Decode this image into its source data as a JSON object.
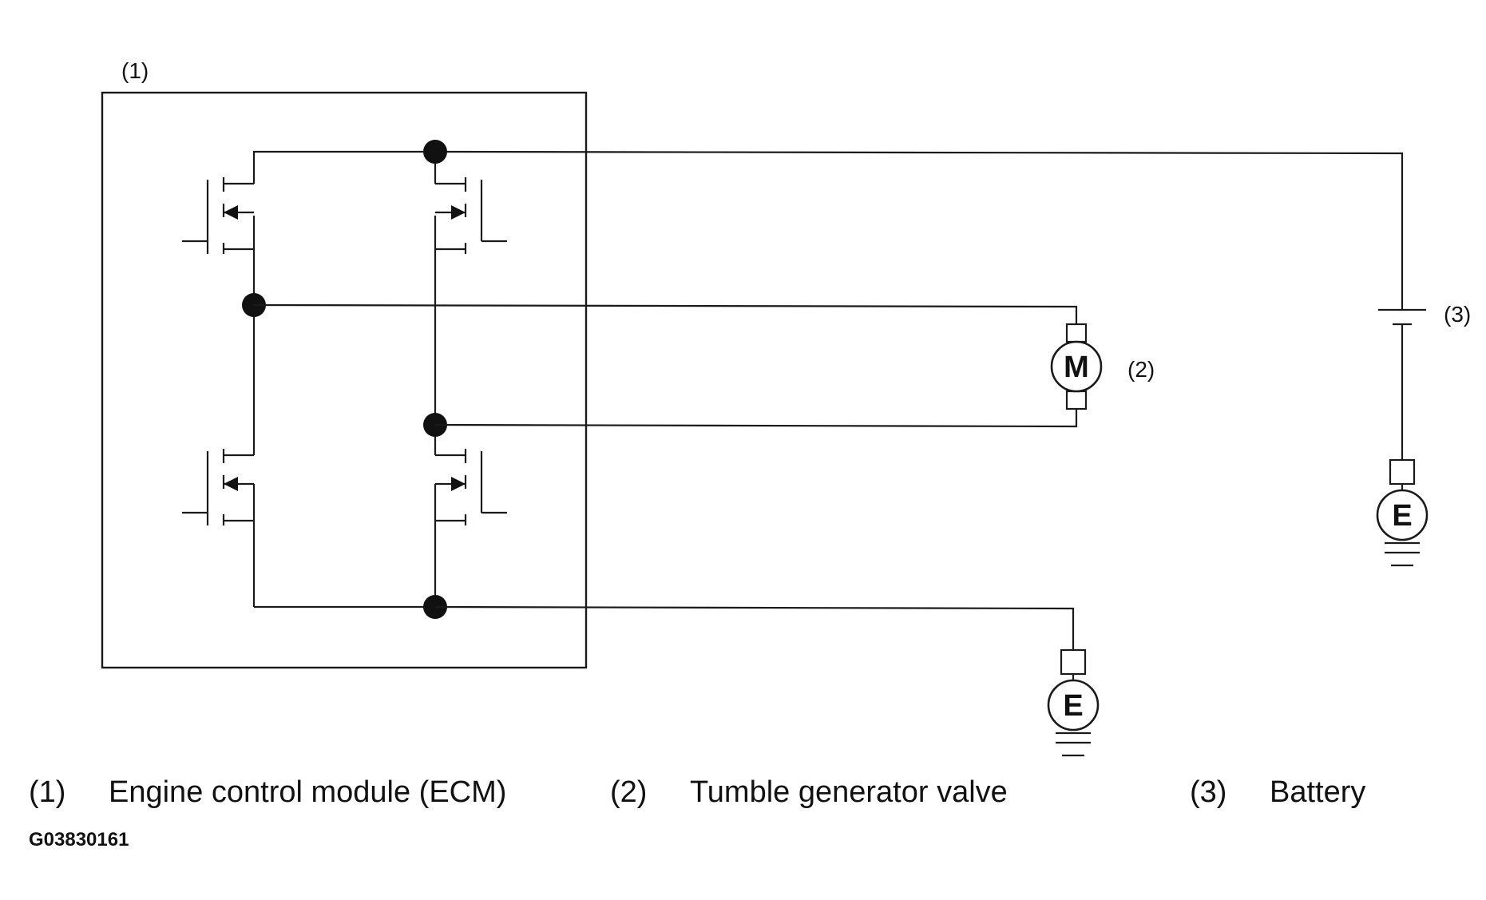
{
  "diagram": {
    "callouts": {
      "ecm": "(1)",
      "motor": "(2)",
      "battery": "(3)"
    },
    "symbols": {
      "motor": "M",
      "ground": "E"
    }
  },
  "legend": [
    {
      "num": "(1)",
      "text": "Engine control module (ECM)"
    },
    {
      "num": "(2)",
      "text": "Tumble generator valve"
    },
    {
      "num": "(3)",
      "text": "Battery"
    }
  ],
  "figure_id": "G03830161"
}
